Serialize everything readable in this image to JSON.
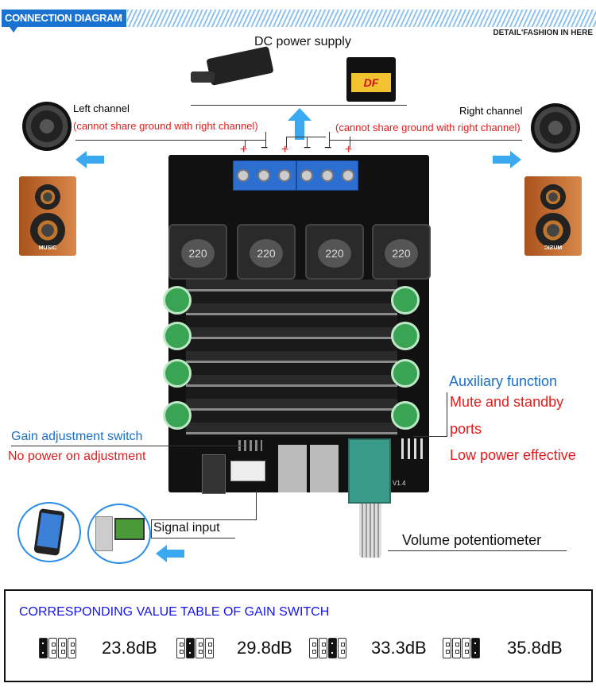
{
  "header": {
    "title": "CONNECTION DIAGRAM",
    "tagline": "DETAIL'FASHION IN HERE"
  },
  "power": {
    "label": "DC power supply",
    "battery_logo": "DF"
  },
  "left_channel": {
    "title": "Left channel",
    "note": "(cannot share ground with right channel)",
    "speaker_label": "MUSIC"
  },
  "right_channel": {
    "title": "Right channel",
    "note": "(cannot share ground with right channel)",
    "speaker_label": "MUSIC"
  },
  "terminals": [
    "+",
    "−",
    "+",
    "−",
    "−",
    "+"
  ],
  "inductors": [
    "220",
    "220",
    "220",
    "220"
  ],
  "board": {
    "version": "V1.4"
  },
  "auxiliary": {
    "title": "Auxiliary function",
    "line1": "Mute and standby",
    "line2": "ports",
    "line3": "Low power effective"
  },
  "gain": {
    "title": "Gain adjustment switch",
    "note": "No power on adjustment"
  },
  "signal_input": "Signal input",
  "volume": "Volume potentiometer",
  "gain_table": {
    "title": "CORRESPONDING VALUE TABLE OF GAIN SWITCH",
    "rows": [
      {
        "position": 1,
        "value": "23.8dB"
      },
      {
        "position": 2,
        "value": "29.8dB"
      },
      {
        "position": 3,
        "value": "33.3dB"
      },
      {
        "position": 4,
        "value": "35.8dB"
      }
    ]
  },
  "colors": {
    "accent": "#1a73d1",
    "arrow": "#3aa9f0",
    "red": "#e51c1c",
    "blue_text": "#1a6fc7",
    "table_title": "#1414f0"
  }
}
